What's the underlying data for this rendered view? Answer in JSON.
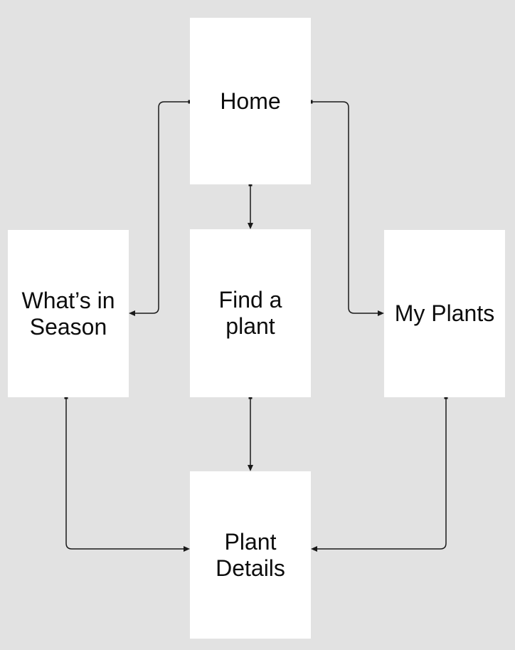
{
  "canvas": {
    "background_color": "#e2e2e2",
    "node_fill_color": "#ffffff",
    "text_color": "#0d0d0d",
    "connector_color": "#1a1a1a",
    "connector_start_marker": "square",
    "connector_end_marker": "arrow"
  },
  "nodes": [
    {
      "id": "home",
      "label": "Home"
    },
    {
      "id": "whats-in-season",
      "label": "What’s in Season"
    },
    {
      "id": "find-a-plant",
      "label": "Find a plant"
    },
    {
      "id": "my-plants",
      "label": "My Plants"
    },
    {
      "id": "plant-details",
      "label": "Plant Details"
    }
  ],
  "edges": [
    {
      "from": "home",
      "to": "find-a-plant"
    },
    {
      "from": "home",
      "to": "whats-in-season"
    },
    {
      "from": "home",
      "to": "my-plants"
    },
    {
      "from": "find-a-plant",
      "to": "plant-details"
    },
    {
      "from": "whats-in-season",
      "to": "plant-details"
    },
    {
      "from": "my-plants",
      "to": "plant-details"
    }
  ]
}
